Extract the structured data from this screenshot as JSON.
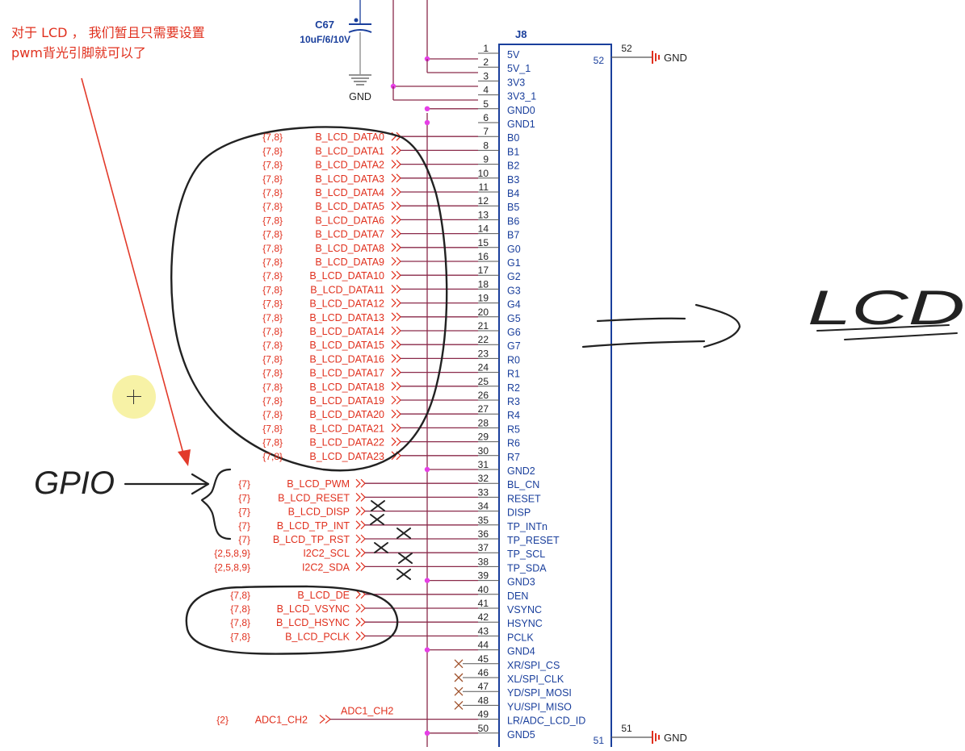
{
  "annotation": {
    "note_line1": "对于 LCD ， 我们暂且只需要设置",
    "note_line2": "pwm背光引脚就可以了",
    "gpio_label": "GPIO",
    "lcd_label": "LCD"
  },
  "capacitor": {
    "ref": "C67",
    "value": "10uF/6/10V",
    "gnd": "GND"
  },
  "connector": {
    "ref": "J8",
    "pin_52": "52",
    "pin_51": "51",
    "gnd_top": "GND",
    "gnd_bottom": "GND"
  },
  "pins": [
    {
      "n": "1",
      "name": "5V"
    },
    {
      "n": "2",
      "name": "5V_1"
    },
    {
      "n": "3",
      "name": "3V3"
    },
    {
      "n": "4",
      "name": "3V3_1"
    },
    {
      "n": "5",
      "name": "GND0"
    },
    {
      "n": "6",
      "name": "GND1"
    },
    {
      "n": "7",
      "name": "B0"
    },
    {
      "n": "8",
      "name": "B1"
    },
    {
      "n": "9",
      "name": "B2"
    },
    {
      "n": "10",
      "name": "B3"
    },
    {
      "n": "11",
      "name": "B4"
    },
    {
      "n": "12",
      "name": "B5"
    },
    {
      "n": "13",
      "name": "B6"
    },
    {
      "n": "14",
      "name": "B7"
    },
    {
      "n": "15",
      "name": "G0"
    },
    {
      "n": "16",
      "name": "G1"
    },
    {
      "n": "17",
      "name": "G2"
    },
    {
      "n": "18",
      "name": "G3"
    },
    {
      "n": "19",
      "name": "G4"
    },
    {
      "n": "20",
      "name": "G5"
    },
    {
      "n": "21",
      "name": "G6"
    },
    {
      "n": "22",
      "name": "G7"
    },
    {
      "n": "23",
      "name": "R0"
    },
    {
      "n": "24",
      "name": "R1"
    },
    {
      "n": "25",
      "name": "R2"
    },
    {
      "n": "26",
      "name": "R3"
    },
    {
      "n": "27",
      "name": "R4"
    },
    {
      "n": "28",
      "name": "R5"
    },
    {
      "n": "29",
      "name": "R6"
    },
    {
      "n": "30",
      "name": "R7"
    },
    {
      "n": "31",
      "name": "GND2"
    },
    {
      "n": "32",
      "name": "BL_CN"
    },
    {
      "n": "33",
      "name": "RESET"
    },
    {
      "n": "34",
      "name": "DISP"
    },
    {
      "n": "35",
      "name": "TP_INTn"
    },
    {
      "n": "36",
      "name": "TP_RESET"
    },
    {
      "n": "37",
      "name": "TP_SCL"
    },
    {
      "n": "38",
      "name": "TP_SDA"
    },
    {
      "n": "39",
      "name": "GND3"
    },
    {
      "n": "40",
      "name": "DEN"
    },
    {
      "n": "41",
      "name": "VSYNC"
    },
    {
      "n": "42",
      "name": "HSYNC"
    },
    {
      "n": "43",
      "name": "PCLK"
    },
    {
      "n": "44",
      "name": "GND4"
    },
    {
      "n": "45",
      "name": "XR/SPI_CS"
    },
    {
      "n": "46",
      "name": "XL/SPI_CLK"
    },
    {
      "n": "47",
      "name": "YD/SPI_MOSI"
    },
    {
      "n": "48",
      "name": "YU/SPI_MISO"
    },
    {
      "n": "49",
      "name": "LR/ADC_LCD_ID"
    },
    {
      "n": "50",
      "name": "GND5"
    }
  ],
  "nets": [
    {
      "pin": "7",
      "sheets": "{7,8}",
      "name": "B_LCD_DATA0"
    },
    {
      "pin": "8",
      "sheets": "{7,8}",
      "name": "B_LCD_DATA1"
    },
    {
      "pin": "9",
      "sheets": "{7,8}",
      "name": "B_LCD_DATA2"
    },
    {
      "pin": "10",
      "sheets": "{7,8}",
      "name": "B_LCD_DATA3"
    },
    {
      "pin": "11",
      "sheets": "{7,8}",
      "name": "B_LCD_DATA4"
    },
    {
      "pin": "12",
      "sheets": "{7,8}",
      "name": "B_LCD_DATA5"
    },
    {
      "pin": "13",
      "sheets": "{7,8}",
      "name": "B_LCD_DATA6"
    },
    {
      "pin": "14",
      "sheets": "{7,8}",
      "name": "B_LCD_DATA7"
    },
    {
      "pin": "15",
      "sheets": "{7,8}",
      "name": "B_LCD_DATA8"
    },
    {
      "pin": "16",
      "sheets": "{7,8}",
      "name": "B_LCD_DATA9"
    },
    {
      "pin": "17",
      "sheets": "{7,8}",
      "name": "B_LCD_DATA10"
    },
    {
      "pin": "18",
      "sheets": "{7,8}",
      "name": "B_LCD_DATA11"
    },
    {
      "pin": "19",
      "sheets": "{7,8}",
      "name": "B_LCD_DATA12"
    },
    {
      "pin": "20",
      "sheets": "{7,8}",
      "name": "B_LCD_DATA13"
    },
    {
      "pin": "21",
      "sheets": "{7,8}",
      "name": "B_LCD_DATA14"
    },
    {
      "pin": "22",
      "sheets": "{7,8}",
      "name": "B_LCD_DATA15"
    },
    {
      "pin": "23",
      "sheets": "{7,8}",
      "name": "B_LCD_DATA16"
    },
    {
      "pin": "24",
      "sheets": "{7,8}",
      "name": "B_LCD_DATA17"
    },
    {
      "pin": "25",
      "sheets": "{7,8}",
      "name": "B_LCD_DATA18"
    },
    {
      "pin": "26",
      "sheets": "{7,8}",
      "name": "B_LCD_DATA19"
    },
    {
      "pin": "27",
      "sheets": "{7,8}",
      "name": "B_LCD_DATA20"
    },
    {
      "pin": "28",
      "sheets": "{7,8}",
      "name": "B_LCD_DATA21"
    },
    {
      "pin": "29",
      "sheets": "{7,8}",
      "name": "B_LCD_DATA22"
    },
    {
      "pin": "30",
      "sheets": "{7,8}",
      "name": "B_LCD_DATA23"
    },
    {
      "pin": "32",
      "sheets": "{7}",
      "name": "B_LCD_PWM"
    },
    {
      "pin": "33",
      "sheets": "{7}",
      "name": "B_LCD_RESET"
    },
    {
      "pin": "34",
      "sheets": "{7}",
      "name": "B_LCD_DISP"
    },
    {
      "pin": "35",
      "sheets": "{7}",
      "name": "B_LCD_TP_INT"
    },
    {
      "pin": "36",
      "sheets": "{7}",
      "name": "B_LCD_TP_RST"
    },
    {
      "pin": "37",
      "sheets": "{2,5,8,9}",
      "name": "I2C2_SCL"
    },
    {
      "pin": "38",
      "sheets": "{2,5,8,9}",
      "name": "I2C2_SDA"
    },
    {
      "pin": "40",
      "sheets": "{7,8}",
      "name": "B_LCD_DE"
    },
    {
      "pin": "41",
      "sheets": "{7,8}",
      "name": "B_LCD_VSYNC"
    },
    {
      "pin": "42",
      "sheets": "{7,8}",
      "name": "B_LCD_HSYNC"
    },
    {
      "pin": "43",
      "sheets": "{7,8}",
      "name": "B_LCD_PCLK"
    }
  ],
  "adc": {
    "sheets": "{2}",
    "name": "ADC1_CH2",
    "wire_label": "ADC1_CH2"
  },
  "colors": {
    "net_red": "#e0301e",
    "schematic_blue": "#1a3f9c",
    "wire": "#8a2a4a",
    "junction": "#e63ee6"
  }
}
